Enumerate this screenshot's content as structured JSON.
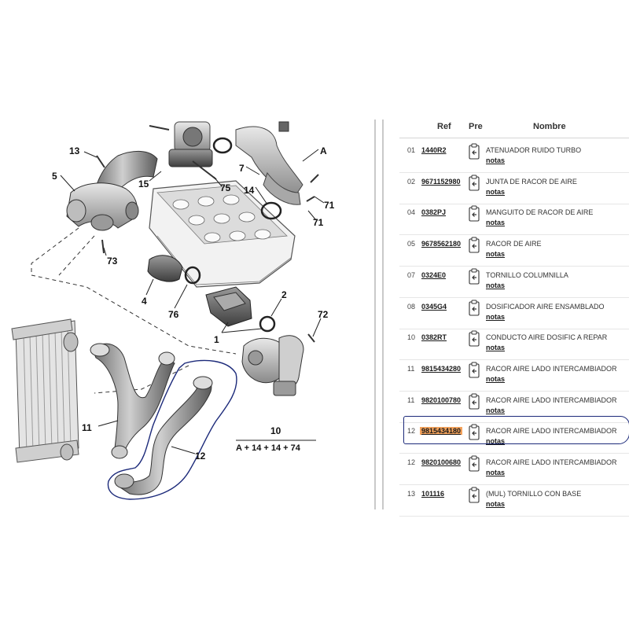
{
  "diagram": {
    "callouts": [
      "13",
      "5",
      "15",
      "75",
      "7",
      "A",
      "14",
      "71",
      "71",
      "73",
      "4",
      "76",
      "2",
      "72",
      "1",
      "11",
      "12"
    ],
    "kit_label": "10",
    "kit_formula": "A + 14 + 14 + 74",
    "outline_color": "#1c2a7a"
  },
  "table": {
    "headers": {
      "ref": "Ref",
      "pre": "Pre",
      "name": "Nombre"
    },
    "rows": [
      {
        "num": "01",
        "ref": "1440R2",
        "name": "ATENUADOR RUIDO TURBO",
        "notes": "notas"
      },
      {
        "num": "02",
        "ref": "9671152980",
        "name": "JUNTA DE RACOR DE AIRE",
        "notes": "notas"
      },
      {
        "num": "04",
        "ref": "0382PJ",
        "name": "MANGUITO DE RACOR DE AIRE",
        "notes": "notas"
      },
      {
        "num": "05",
        "ref": "9678562180",
        "name": "RACOR DE AIRE",
        "notes": "notas"
      },
      {
        "num": "07",
        "ref": "0324E0",
        "name": "TORNILLO COLUMNILLA",
        "notes": "notas"
      },
      {
        "num": "08",
        "ref": "0345G4",
        "name": "DOSIFICADOR AIRE ENSAMBLADO",
        "notes": "notas"
      },
      {
        "num": "10",
        "ref": "0382RT",
        "name": "CONDUCTO AIRE DOSIFIC A REPAR",
        "notes": "notas"
      },
      {
        "num": "11",
        "ref": "9815434280",
        "name": "RACOR AIRE LADO INTERCAMBIADOR",
        "notes": "notas"
      },
      {
        "num": "11",
        "ref": "9820100780",
        "name": "RACOR AIRE LADO INTERCAMBIADOR",
        "notes": "notas"
      },
      {
        "num": "12",
        "ref": "9815434180",
        "name": "RACOR AIRE LADO INTERCAMBIADOR",
        "notes": "notas"
      },
      {
        "num": "12",
        "ref": "9820100680",
        "name": "RACOR AIRE LADO INTERCAMBIADOR",
        "notes": "notas"
      },
      {
        "num": "13",
        "ref": "101116",
        "name": "(MUL) TORNILLO CON BASE",
        "notes": "notas"
      }
    ],
    "highlight_color": "#f4a35c",
    "selection_outline_color": "#1c2a7a"
  }
}
